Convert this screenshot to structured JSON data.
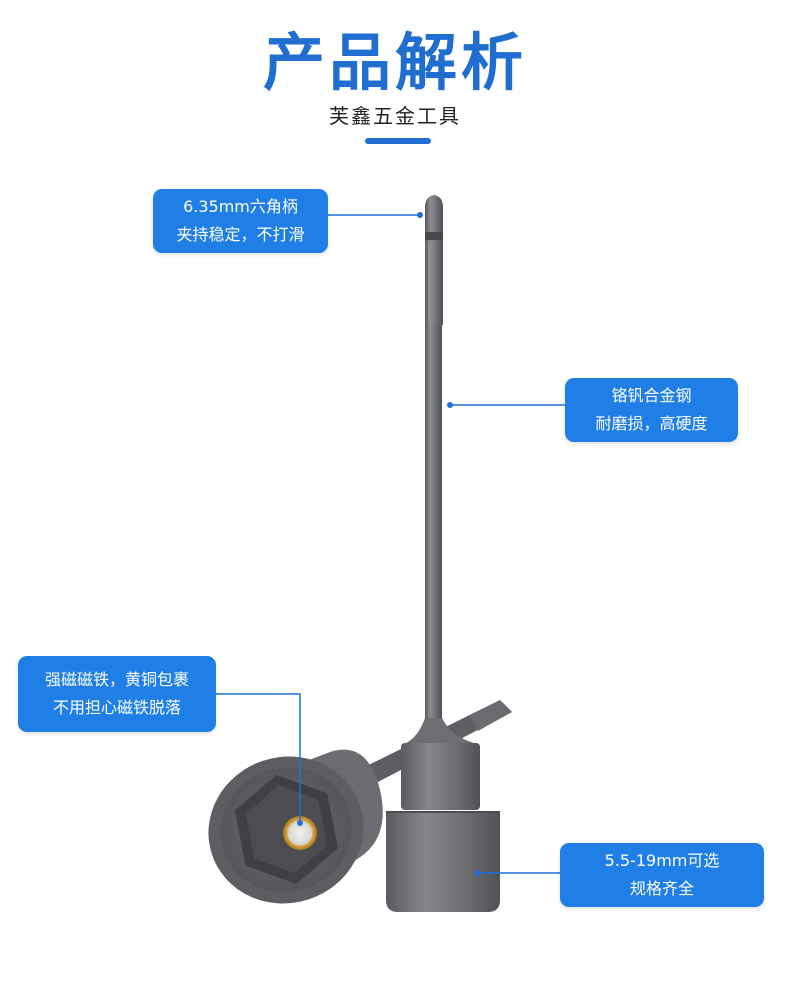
{
  "header": {
    "title": "产品解析",
    "brand": "芙鑫五金工具"
  },
  "callouts": {
    "hex_shank": {
      "line1": "6.35mm六角柄",
      "line2": "夹持稳定，不打滑"
    },
    "steel": {
      "line1": "铬钒合金钢",
      "line2": "耐磨损，高硬度"
    },
    "magnet": {
      "line1": "强磁磁铁，黄铜包裹",
      "line2": "不用担心磁铁脱落"
    },
    "sizes": {
      "line1": "5.5-19mm可选",
      "line2": "规格齐全"
    }
  },
  "colors": {
    "accent": "#1f6ed0",
    "callout_bg": "#1f7fe6",
    "connector": "#1e6fd9",
    "steel": "#6f7176",
    "brass": "#c9962e"
  },
  "icons": {
    "product": "magnetic-hex-nut-driver-bit"
  }
}
